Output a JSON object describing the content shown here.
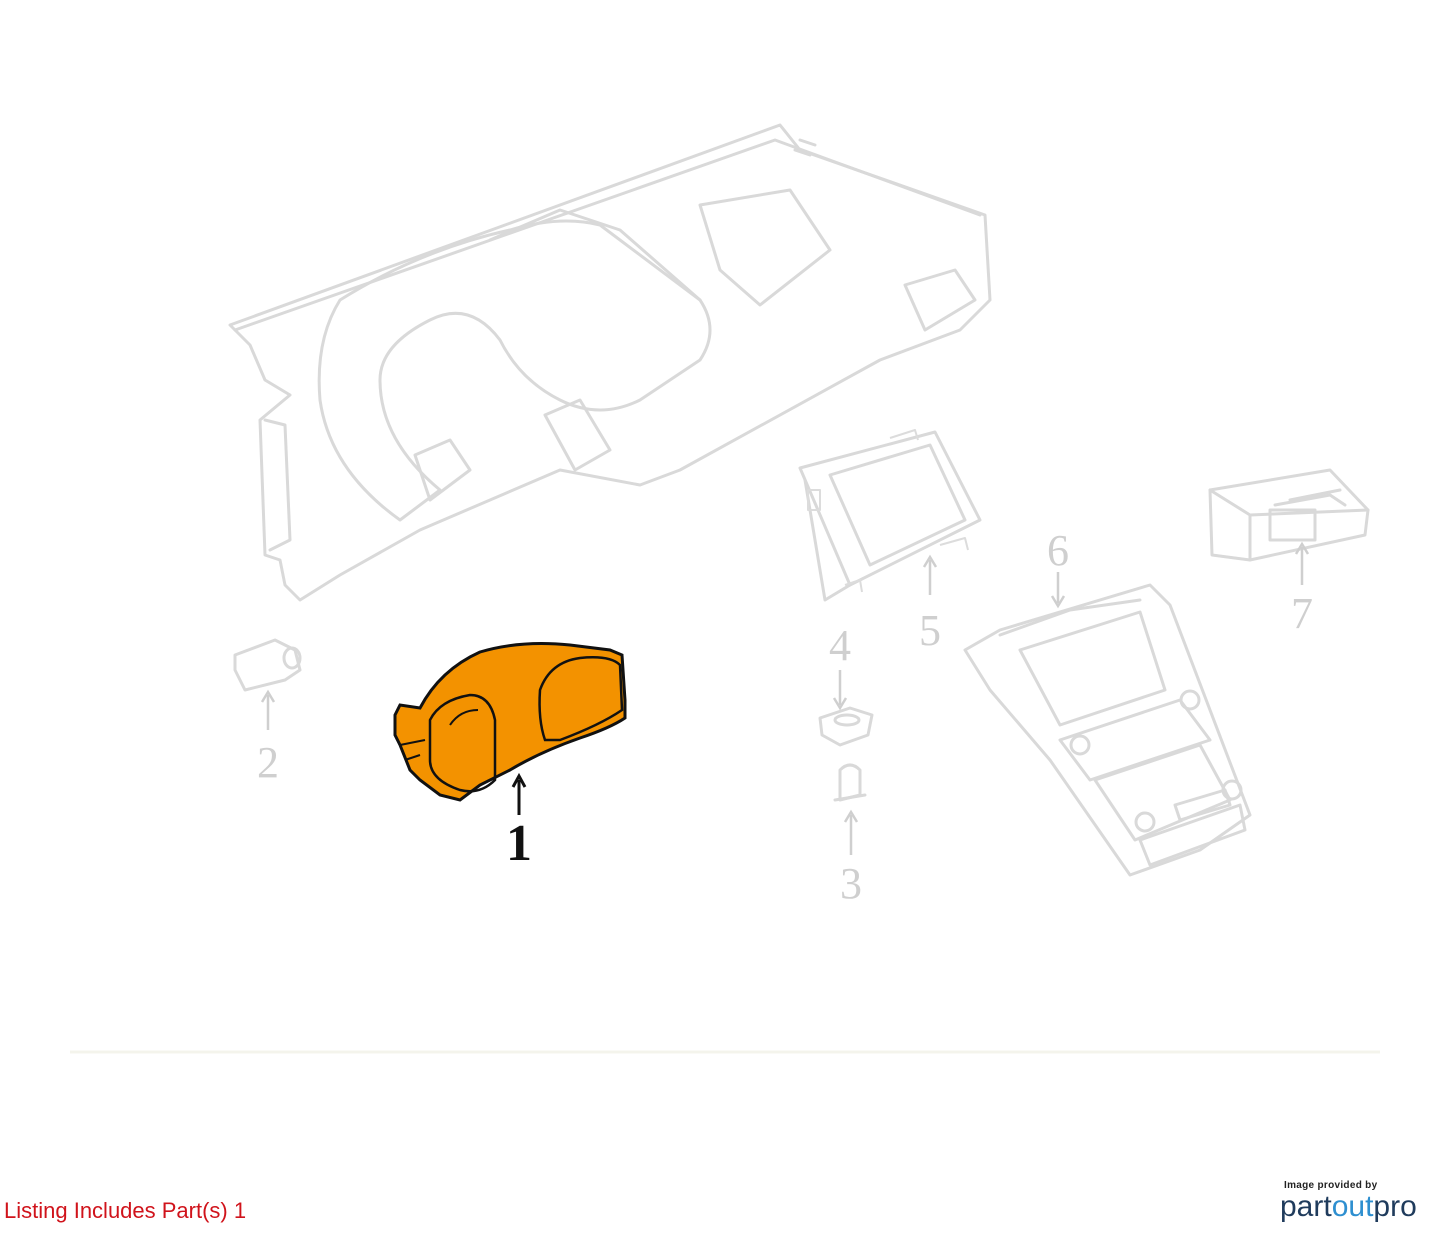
{
  "diagram": {
    "callouts": [
      {
        "id": "1",
        "label": "1",
        "highlighted": true
      },
      {
        "id": "2",
        "label": "2",
        "highlighted": false
      },
      {
        "id": "3",
        "label": "3",
        "highlighted": false
      },
      {
        "id": "4",
        "label": "4",
        "highlighted": false
      },
      {
        "id": "5",
        "label": "5",
        "highlighted": false
      },
      {
        "id": "6",
        "label": "6",
        "highlighted": false
      },
      {
        "id": "7",
        "label": "7",
        "highlighted": false
      }
    ],
    "highlight_color": "#f39200",
    "ghost_color": "#d9d9d9"
  },
  "footer": {
    "listing_text": "Listing Includes Part(s) 1",
    "provided_by": "Image provided by",
    "brand_prefix": "part",
    "brand_accent": "out",
    "brand_suffix": "pro"
  }
}
